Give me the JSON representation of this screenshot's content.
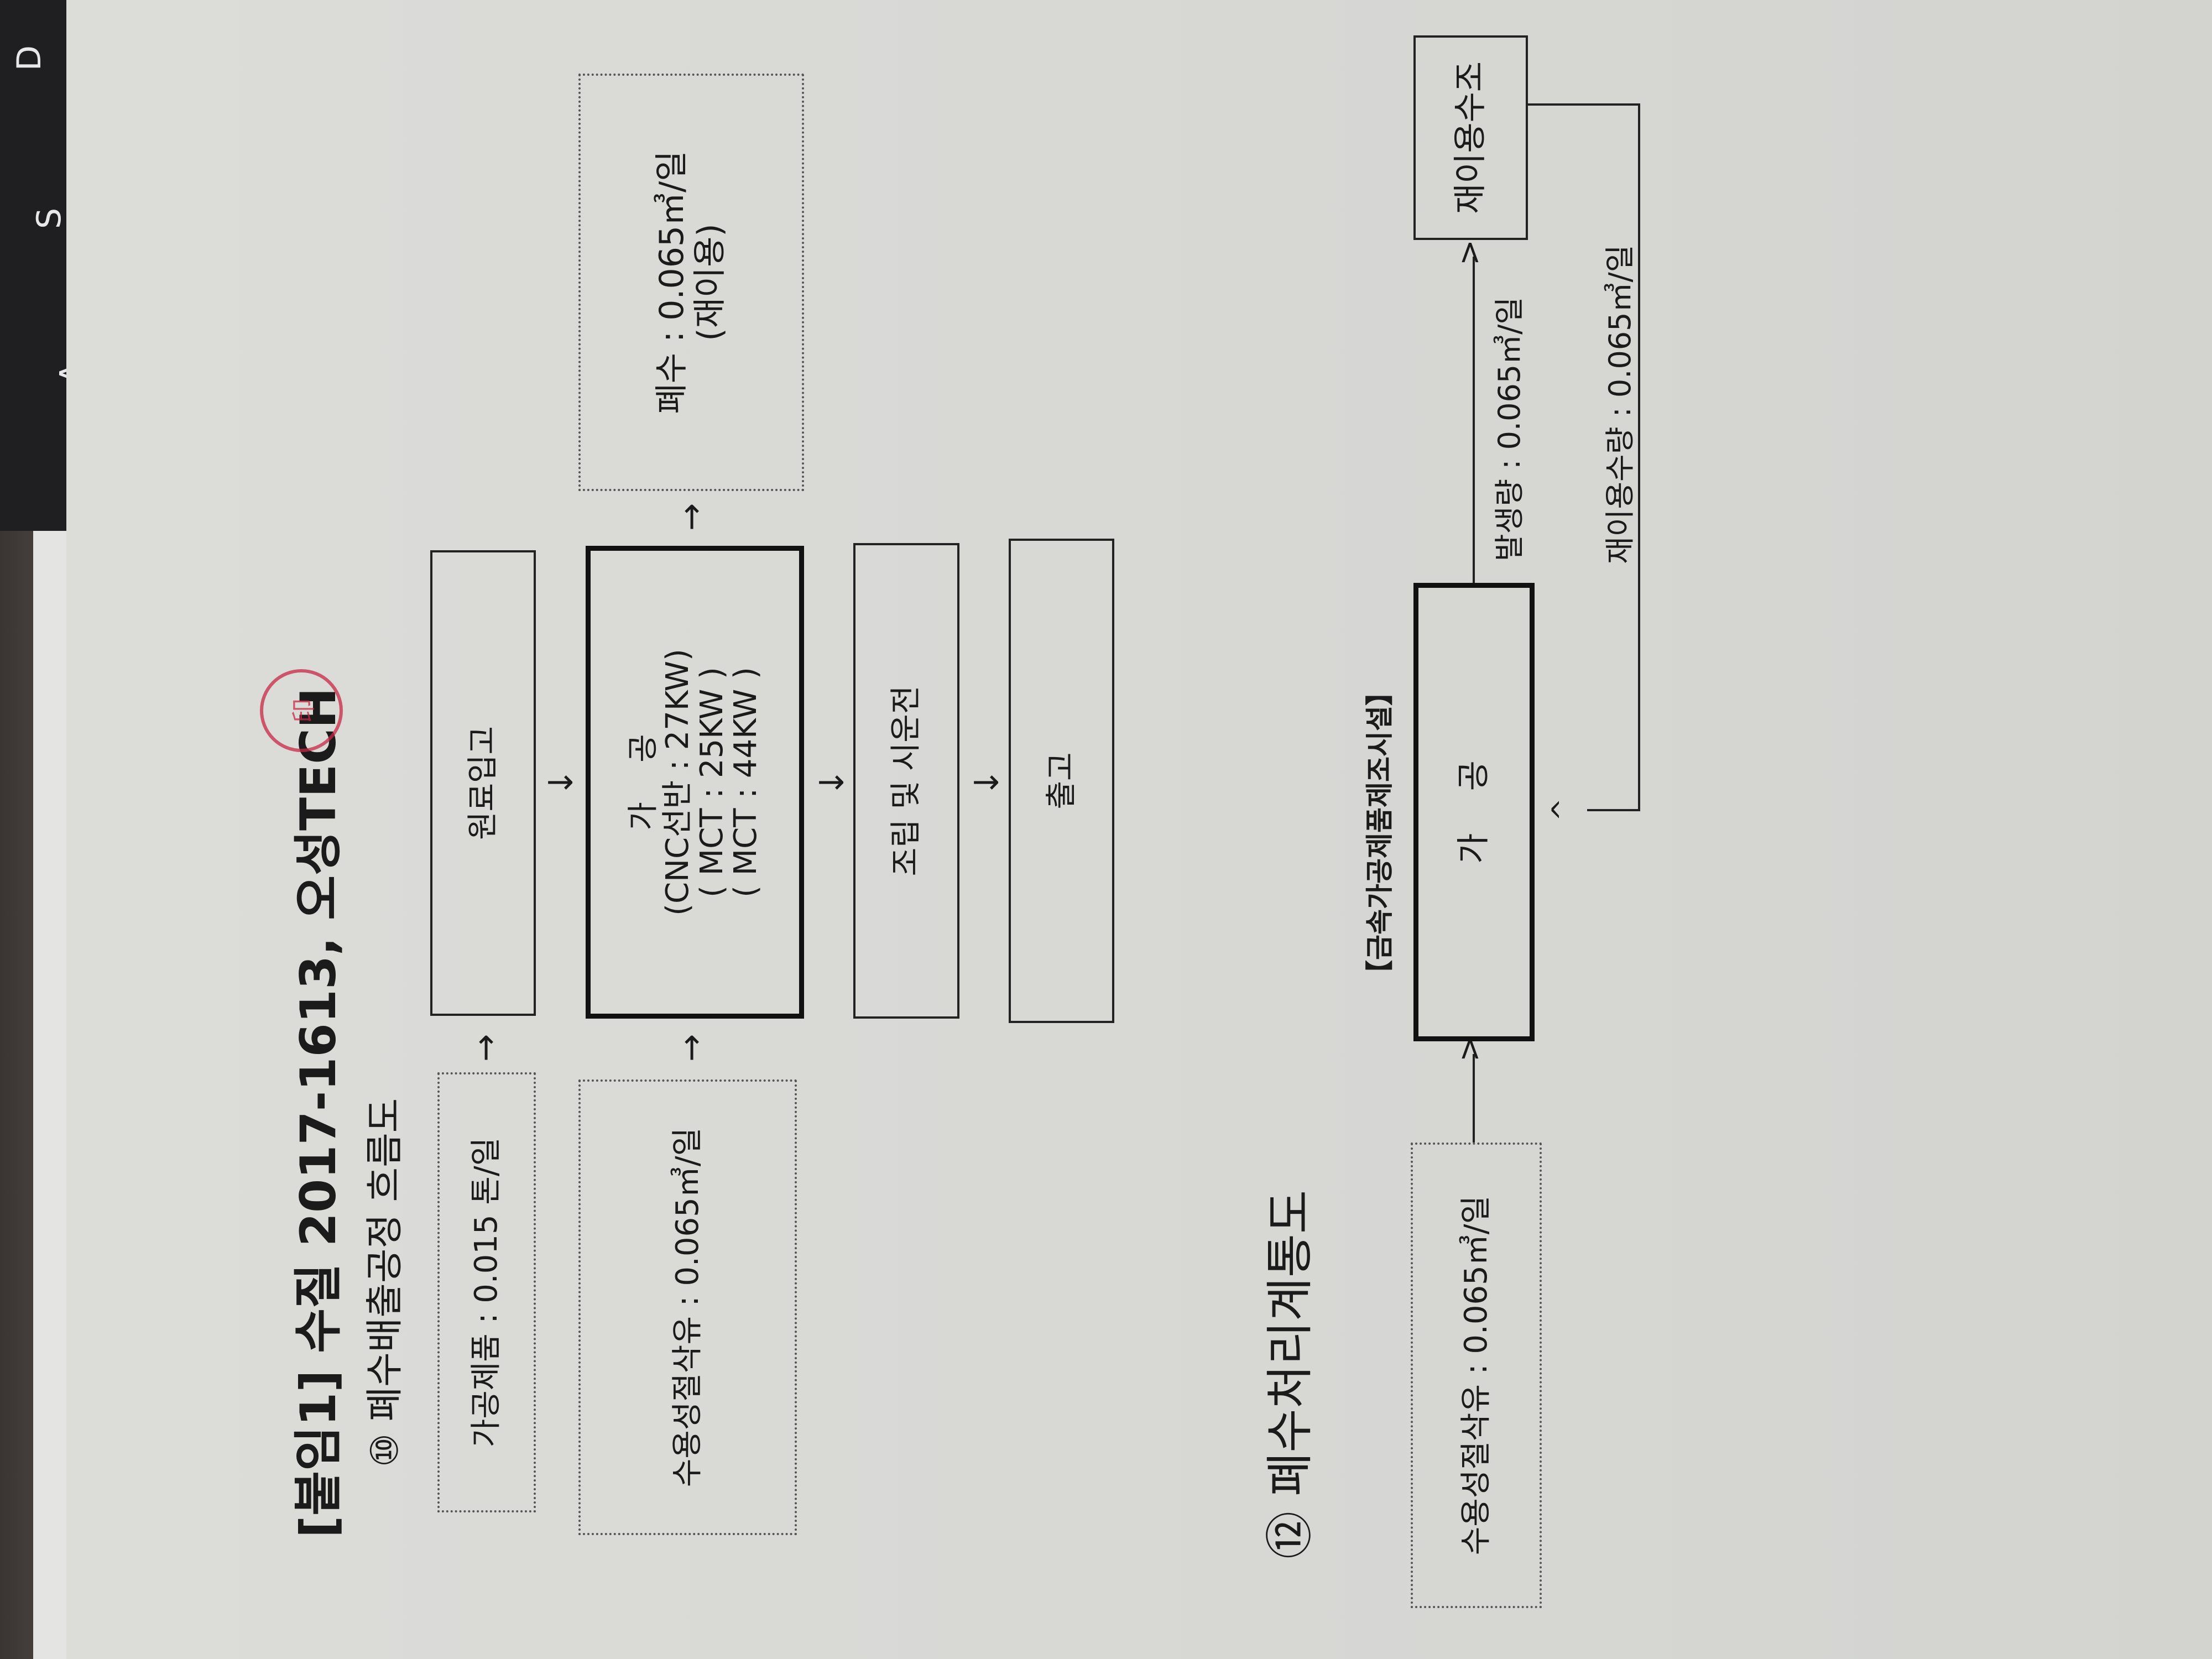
{
  "background": {
    "keyboard_keys": [
      "A",
      "S",
      "D"
    ]
  },
  "header": {
    "title": "[붙임1] 수질 2017-1613, 오성TECH",
    "stamp_text": "印"
  },
  "section10": {
    "heading": "⑩ 폐수배출공정 흐름도",
    "input_product": "가공제품 : 0.015 톤/일",
    "input_oil": "수용성절삭유 : 0.065㎥/일",
    "step_raw": "원료입고",
    "step_process": {
      "title": "가    공",
      "lines": [
        "(CNC선반 : 27KW)",
        "( MCT : 25KW )",
        "( MCT : 44KW )"
      ]
    },
    "waste": {
      "line1": "폐수 : 0.065㎥/일",
      "line2": "(재이용)"
    },
    "step_assembly": "조립 및 시운전",
    "step_ship": "출고",
    "arrow_right": "→",
    "arrow_down": "↓"
  },
  "section12": {
    "heading": "⑫ 폐수처리계통도",
    "facility": "【금속가공제품제조시설】",
    "input_oil": "수용성절삭유 : 0.065㎥/일",
    "process": "가    공",
    "generated": "발생량 : 0.065㎥/일",
    "reuse_tank": "재이용수조",
    "reuse_amount": "재이용수량 : 0.065㎥/일",
    "arrow_head": ">",
    "arrow_up": "^"
  }
}
